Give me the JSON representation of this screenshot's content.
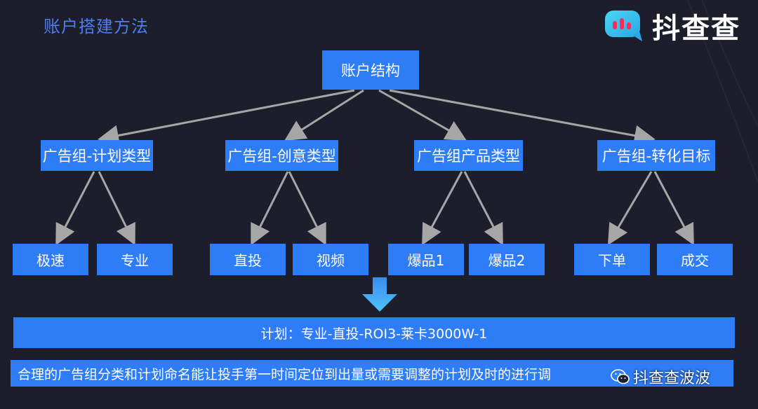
{
  "header": {
    "title": "账户搭建方法",
    "logo_text": "抖查查"
  },
  "diagram": {
    "root": "账户结构",
    "categories": [
      {
        "label": "广告组-计划类型",
        "children": [
          "极速",
          "专业"
        ]
      },
      {
        "label": "广告组-创意类型",
        "children": [
          "直投",
          "视频"
        ]
      },
      {
        "label": "广告组产品类型",
        "children": [
          "爆品1",
          "爆品2"
        ]
      },
      {
        "label": "广告组-转化目标",
        "children": [
          "下单",
          "成交"
        ]
      }
    ]
  },
  "plan_example": "计划：专业-直投-ROI3-莱卡3000W-1",
  "summary": "合理的广告组分类和计划命名能让投手第一时间定位到出量或需要调整的计划及时的进行调",
  "watermark": "抖查查波波",
  "colors": {
    "background": "#1c1e2b",
    "box": "#2e7cf6",
    "title": "#4f7df0",
    "arrow": "#a6a6a6",
    "down_arrow": "#3fa9f5"
  },
  "icons": {
    "logo": "chat-bubble-bars-icon",
    "down_arrow": "down-arrow-icon",
    "watermark": "wechat-icon"
  }
}
